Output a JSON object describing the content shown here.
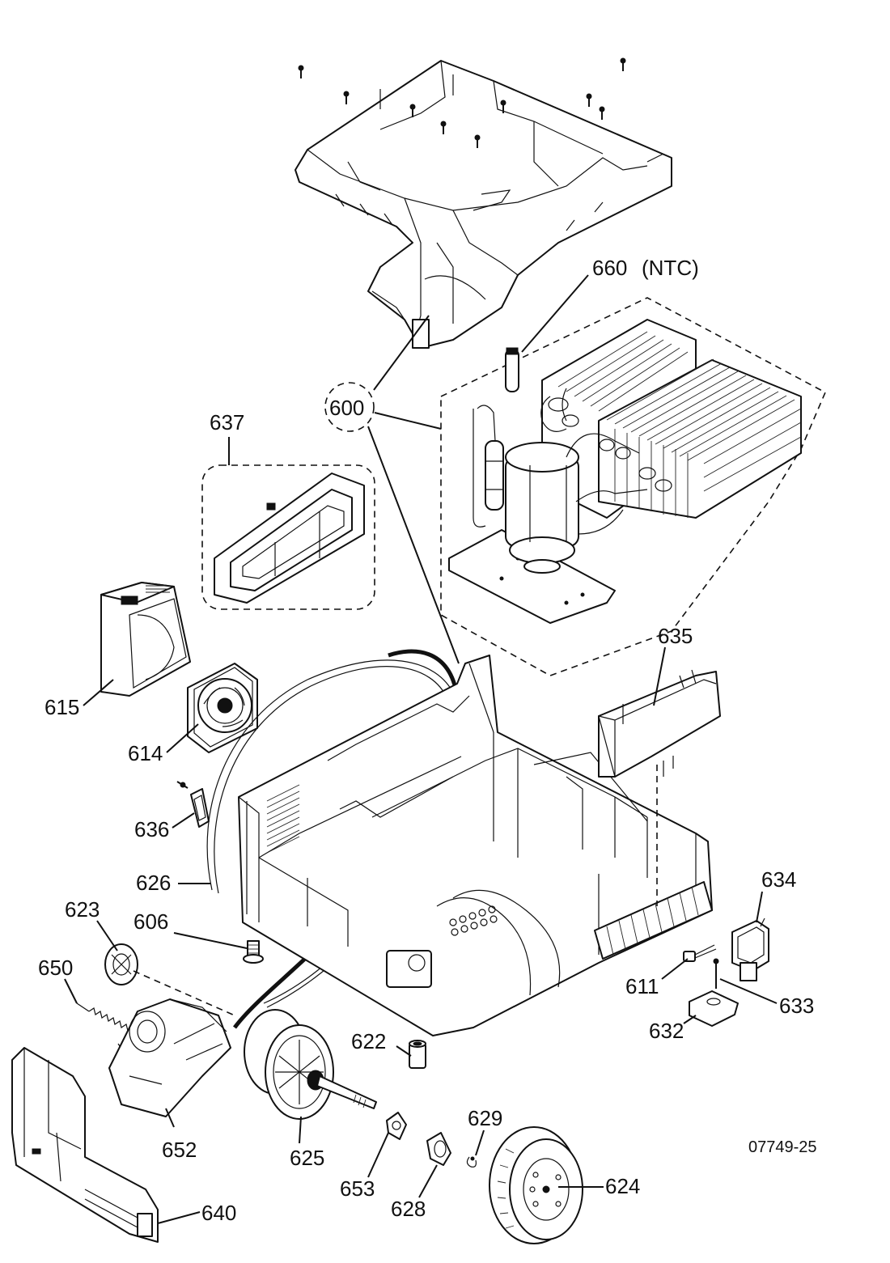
{
  "diagram": {
    "document_code": "07749-25",
    "callouts": {
      "p600": "600",
      "p660": "660",
      "p660_note": "(NTC)",
      "p637": "637",
      "p615": "615",
      "p614": "614",
      "p636": "636",
      "p626": "626",
      "p623": "623",
      "p606": "606",
      "p650": "650",
      "p652": "652",
      "p625": "625",
      "p622": "622",
      "p653": "653",
      "p628": "628",
      "p629": "629",
      "p624": "624",
      "p640": "640",
      "p635": "635",
      "p634": "634",
      "p611": "611",
      "p633": "633",
      "p632": "632"
    }
  }
}
